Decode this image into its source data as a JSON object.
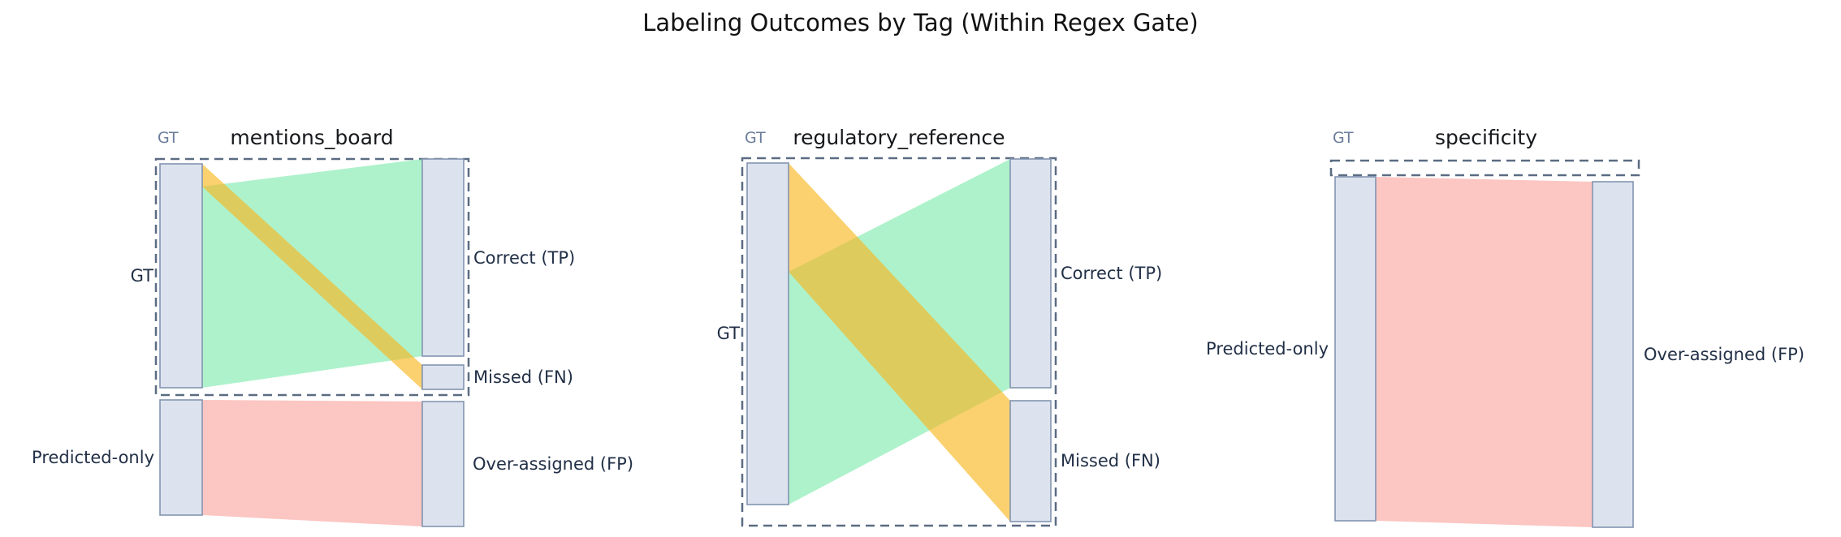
{
  "chart_data": {
    "type": "sankey",
    "title": "Labeling Outcomes by Tag (Within Regex Gate)",
    "legend_position": "none",
    "grid": false,
    "colors": {
      "green_flow": "rgba(93,229,151,0.50)",
      "yellow_flow": "rgba(249,182,28,0.63)",
      "pink_flow": "rgba(247,105,94,0.38)",
      "bar_fill": "#dde3ee",
      "bar_border": "#8394b1",
      "dash_border": "#5b6c82",
      "title_color": "#111111",
      "panel_title_color": "#17191c",
      "label_color": "#223047",
      "corner_label_color": "#6b7d9b"
    },
    "panels": [
      {
        "tag": "mentions_board",
        "corner_label": "GT",
        "left_label": "GT",
        "bottom_left_label": "Predicted-only",
        "labels": {
          "tp": "Correct (TP)",
          "fn": "Missed (FN)",
          "fp": "Over-assigned (FP)"
        },
        "flows": {
          "has_gt_flow": true,
          "has_fp_flow": true,
          "tp_share": 0.89,
          "fn_share": 0.11
        },
        "geom": {
          "dash_box": [
            192,
            196,
            577,
            487
          ],
          "bars": [
            [
              197,
              202,
              249,
              478
            ],
            [
              520,
              196,
              571,
              439
            ],
            [
              520,
              450,
              571,
              480
            ],
            [
              197,
              493,
              249,
              635
            ],
            [
              520,
              495,
              571,
              649
            ]
          ],
          "green_poly": [
            [
              249,
              230
            ],
            [
              520,
              196
            ],
            [
              520,
              439
            ],
            [
              249,
              478
            ]
          ],
          "yellow_poly": [
            [
              249,
              202
            ],
            [
              520,
              450
            ],
            [
              520,
              480
            ],
            [
              249,
              230
            ]
          ],
          "pink_poly": [
            [
              249,
              493
            ],
            [
              520,
              495
            ],
            [
              520,
              649
            ],
            [
              249,
              635
            ]
          ]
        }
      },
      {
        "tag": "regulatory_reference",
        "corner_label": "GT",
        "left_label": "GT",
        "labels": {
          "tp": "Correct (TP)",
          "fn": "Missed (FN)"
        },
        "flows": {
          "has_gt_flow": true,
          "has_fp_flow": false,
          "tp_share": 0.67,
          "fn_share": 0.33
        },
        "geom": {
          "dash_box": [
            914,
            195,
            1300,
            648
          ],
          "bars": [
            [
              920,
              201,
              971,
              622
            ],
            [
              1244,
              196,
              1294,
              478
            ],
            [
              1244,
              494,
              1294,
              643
            ]
          ],
          "green_poly": [
            [
              971,
              335
            ],
            [
              1244,
              196
            ],
            [
              1244,
              478
            ],
            [
              971,
              622
            ]
          ],
          "yellow_poly": [
            [
              971,
              201
            ],
            [
              1244,
              494
            ],
            [
              1244,
              643
            ],
            [
              971,
              335
            ]
          ]
        }
      },
      {
        "tag": "specificity",
        "corner_label": "GT",
        "bottom_left_label": "Predicted-only",
        "labels": {
          "fp": "Over-assigned (FP)"
        },
        "flows": {
          "has_gt_flow": false,
          "has_fp_flow": true,
          "tp_share": 0,
          "fn_share": 0
        },
        "geom": {
          "dash_box": [
            1639,
            198,
            2018,
            216
          ],
          "bars": [
            [
              1644,
              218,
              1694,
              642
            ],
            [
              1961,
              224,
              2011,
              650
            ]
          ],
          "pink_poly": [
            [
              1694,
              218
            ],
            [
              1961,
              224
            ],
            [
              1961,
              650
            ],
            [
              1694,
              642
            ]
          ]
        }
      }
    ]
  }
}
